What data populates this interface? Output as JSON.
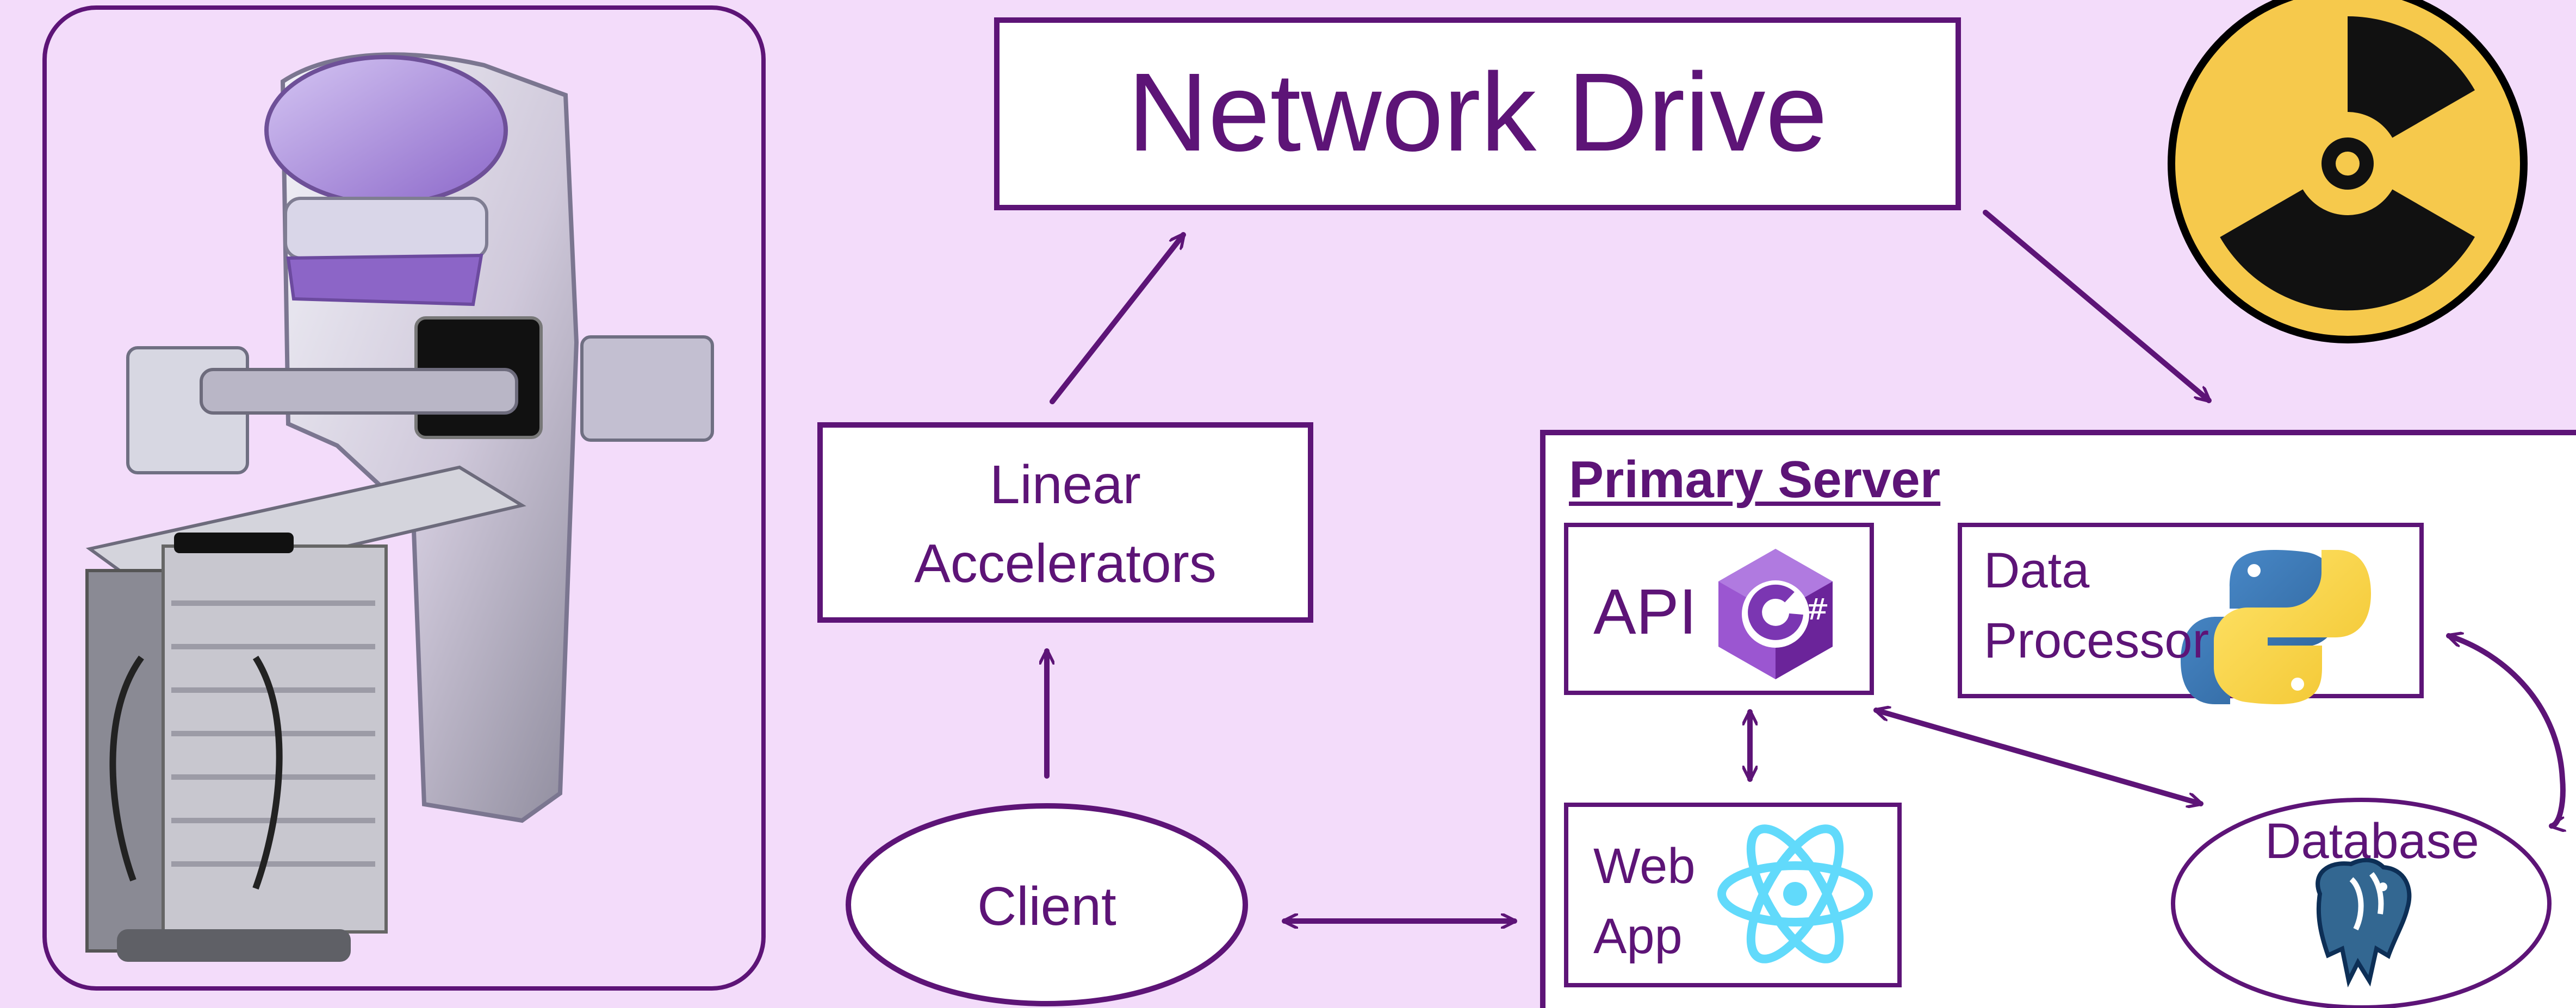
{
  "diagram": {
    "colors": {
      "background": "#f3dcfa",
      "accent": "#5d1477",
      "box_fill": "#ffffff",
      "radiation_yellow": "#f6c94c",
      "radiation_black": "#111111",
      "react_blue": "#61dafb",
      "python_blue": "#356fa2",
      "python_yellow": "#ffd33f",
      "postgres_blue": "#336791",
      "csharp_purple": "#8e2dbf"
    },
    "nodes": {
      "network_drive": "Network Drive",
      "linear_accelerators_line1": "Linear",
      "linear_accelerators_line2": "Accelerators",
      "client": "Client",
      "primary_server": "Primary Server",
      "api": "API",
      "data_processor_line1": "Data",
      "data_processor_line2": "Processor",
      "web_app_line1": "Web",
      "web_app_line2": "App",
      "database": "Database"
    },
    "icons": [
      "linac-machine-photo",
      "radiation-hazard-icon",
      "csharp-icon",
      "python-icon",
      "react-icon",
      "postgresql-icon"
    ]
  }
}
